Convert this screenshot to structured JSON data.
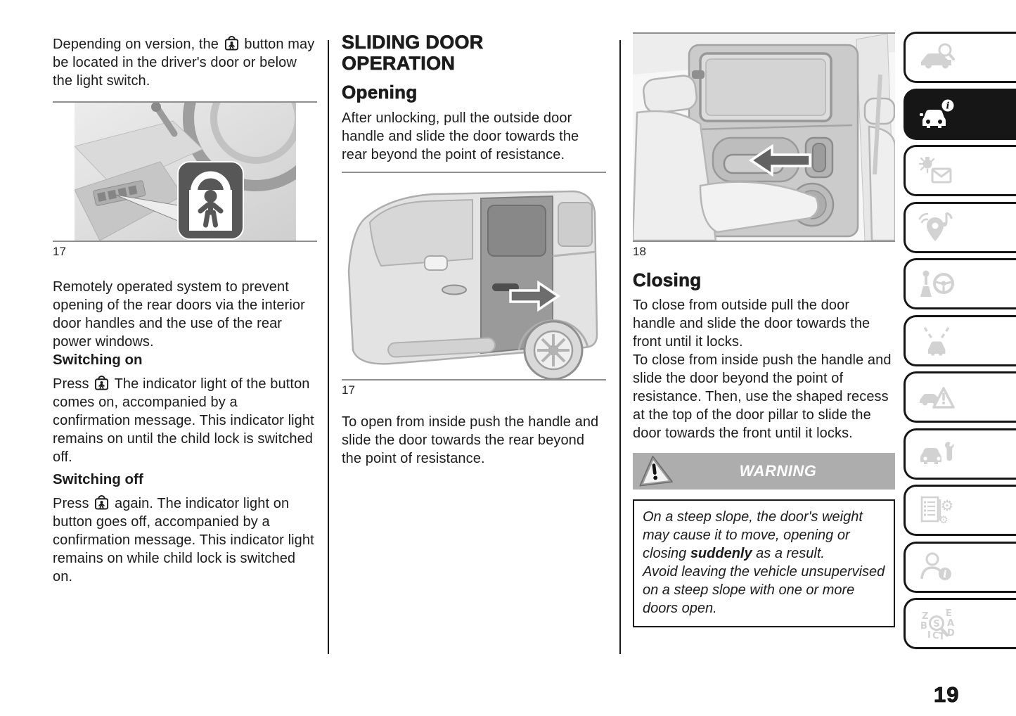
{
  "page": {
    "number": "19"
  },
  "colors": {
    "text": "#1c1c1c",
    "banner_gray": "#adadad",
    "active_tab_bg": "#161616",
    "inactive_icon_gray": "#d2d2d2",
    "callout_gray": "#575757",
    "rule_gray": "#8f8f8f"
  },
  "left_column": {
    "intro_before_icon": "Depending on version, the",
    "intro_after_icon": "button may be located in the driver's door or below the light switch.",
    "figure_caption": "17",
    "system_paragraph": "Remotely operated system to prevent opening of the rear doors via the interior door handles and the use of the rear power windows.",
    "switching_on_heading": "Switching on",
    "switching_on_before_icon": "Press",
    "switching_on_after_icon": "The indicator light of the button comes on, accompanied by a confirmation message. This indicator light remains on until the child lock is switched off.",
    "switching_off_heading": "Switching off",
    "switching_off_before_icon": "Press",
    "switching_off_after_icon": "again. The indicator light on button goes off, accompanied by a confirmation message. This indicator light remains on while child lock is switched on.",
    "inline_icon": "child-lock-button-icon"
  },
  "middle_column": {
    "section_title": "SLIDING DOOR OPERATION",
    "opening_heading": "Opening",
    "opening_paragraph": "After unlocking, pull the outside door handle and slide the door towards the rear beyond the point of resistance.",
    "figure_caption": "17",
    "open_inside_paragraph": "To open from inside push the handle and slide the door towards the rear beyond the point of resistance."
  },
  "right_column": {
    "figure_caption": "18",
    "closing_heading": "Closing",
    "closing_paragraph_1": "To close from outside pull the door handle and slide the door towards the front until it locks.",
    "closing_paragraph_2": "To close from inside push the handle and slide the door beyond the point of resistance. Then, use the shaped recess at the top of the door pillar to slide the door towards the front until it locks.",
    "warning_label": "WARNING",
    "warning_seg1": "On a steep slope, the door's weight may cause it to move, opening or closing ",
    "warning_bold": "suddenly",
    "warning_seg2": " as a result.",
    "warning_line2": "Avoid leaving the vehicle unsupervised on a steep slope with one or more doors open."
  },
  "sidebar": {
    "items": [
      {
        "icon": "car-key-search-icon",
        "active": false
      },
      {
        "icon": "car-info-icon",
        "active": true
      },
      {
        "icon": "warning-light-message-icon",
        "active": false
      },
      {
        "icon": "navigation-media-icon",
        "active": false
      },
      {
        "icon": "gearshift-steering-icon",
        "active": false
      },
      {
        "icon": "driving-assistance-icon",
        "active": false
      },
      {
        "icon": "car-warning-triangle-icon",
        "active": false
      },
      {
        "icon": "car-wrench-icon",
        "active": false
      },
      {
        "icon": "checklist-gears-icon",
        "active": false
      },
      {
        "icon": "person-info-icon",
        "active": false
      },
      {
        "icon": "index-search-icon",
        "active": false
      }
    ]
  }
}
